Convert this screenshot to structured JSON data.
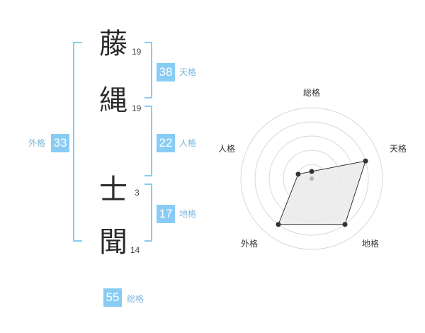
{
  "name": {
    "chars": [
      {
        "char": "藤",
        "strokes": "19"
      },
      {
        "char": "縄",
        "strokes": "19"
      },
      {
        "char": "士",
        "strokes": "3"
      },
      {
        "char": "聞",
        "strokes": "14"
      }
    ]
  },
  "kakusu": {
    "tenkaku": {
      "value": "38",
      "label": "天格"
    },
    "jinkaku": {
      "value": "22",
      "label": "人格"
    },
    "chikaku": {
      "value": "17",
      "label": "地格"
    },
    "gaikaku": {
      "value": "33",
      "label": "外格"
    },
    "soukaku": {
      "value": "55",
      "label": "総格"
    }
  },
  "chart_data": {
    "type": "radar",
    "axes": [
      "総格",
      "天格",
      "地格",
      "外格",
      "人格"
    ],
    "values": [
      0.1,
      0.8,
      0.8,
      0.8,
      0.2
    ],
    "rings": 5,
    "colors": {
      "accent": "#88ccf4",
      "fill": "#ebebeb",
      "line": "#333333",
      "ring": "#d8d8d8",
      "center": "#b5b5b5"
    }
  }
}
